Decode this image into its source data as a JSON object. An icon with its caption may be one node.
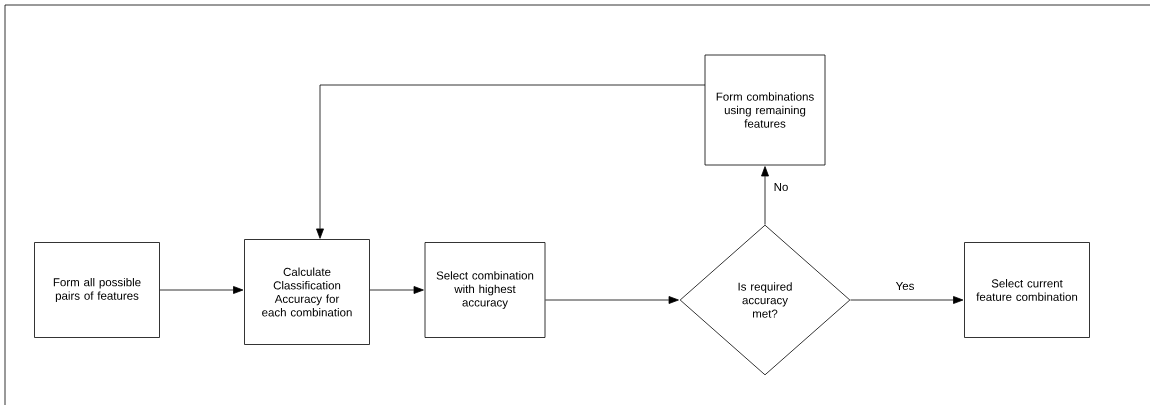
{
  "diagram": {
    "nodes": [
      {
        "text": [
          "Form all possible pairs of features"
        ]
      },
      {
        "text": [
          "Calculate Classification Accuracy for each combination"
        ]
      },
      {
        "text": [
          "Select combination with highest accuracy"
        ]
      },
      {
        "text": [
          "Is required accuracy met?"
        ]
      },
      {
        "text": [
          "Form combinations using remaining features"
        ]
      },
      {
        "text": [
          "Select current feature combination"
        ]
      }
    ],
    "edges": [
      {
        "from": 0,
        "to": 1,
        "arrow": "to"
      },
      {
        "from": 1,
        "to": 2,
        "arrow": "to"
      },
      {
        "from": 2,
        "to": 3,
        "arrow": "to"
      },
      {
        "from": 3,
        "to": 5,
        "arrow": "to",
        "label": "Yes"
      },
      {
        "from": 3,
        "to": 4,
        "arrow": "to",
        "label": "No"
      },
      {
        "from": 4,
        "to": 1,
        "arrow": "to"
      }
    ]
  }
}
